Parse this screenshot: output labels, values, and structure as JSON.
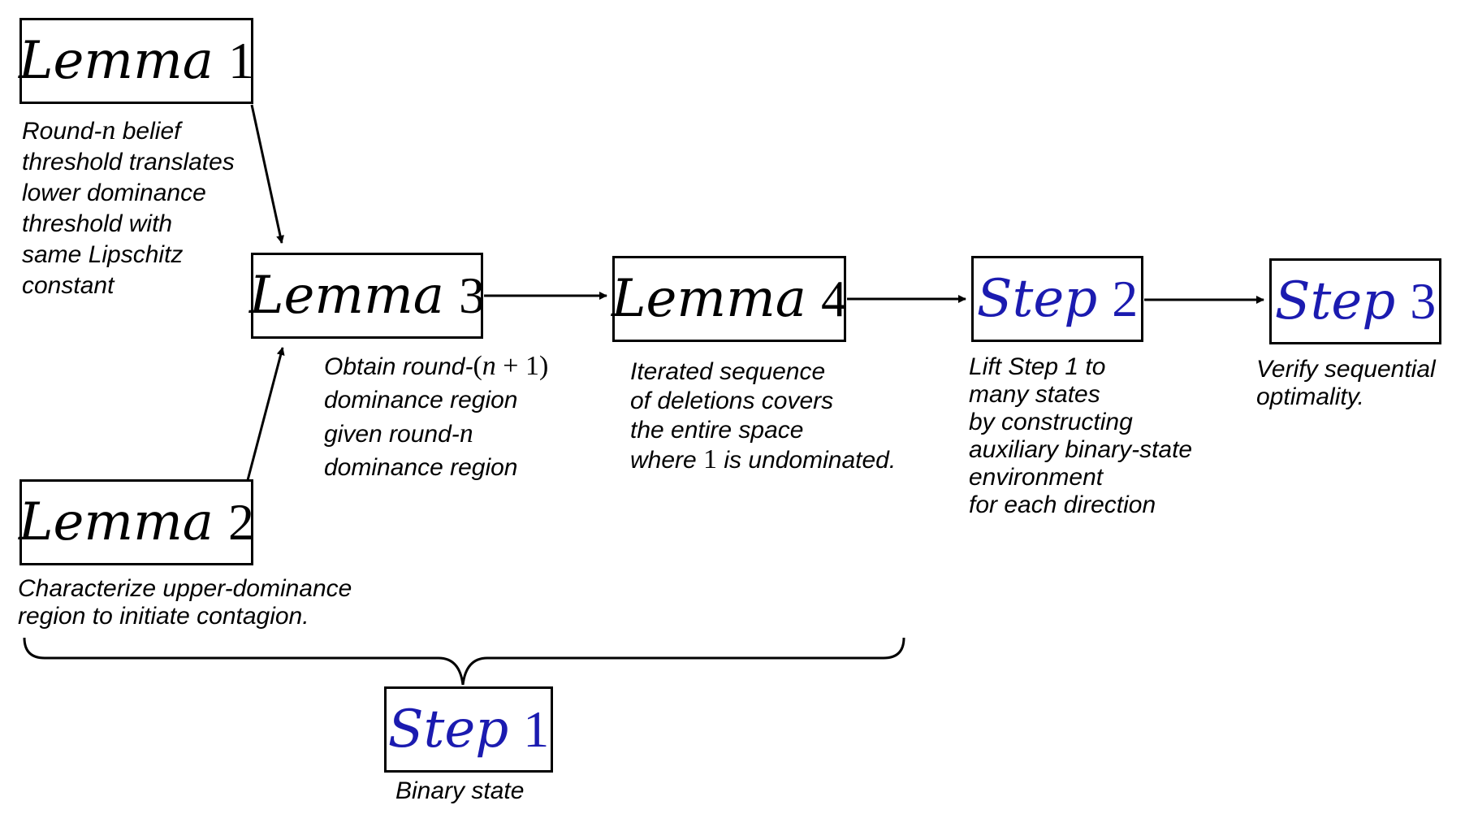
{
  "colors": {
    "lemma_text": "#000000",
    "step_text": "#1b1bb0",
    "lines": "#000000",
    "background": "#ffffff"
  },
  "nodes": {
    "lemma_1": {
      "word": "Lemma",
      "number": "1"
    },
    "lemma_2": {
      "word": "Lemma",
      "number": "2"
    },
    "lemma_3": {
      "word": "Lemma",
      "number": "3"
    },
    "lemma_4": {
      "word": "Lemma",
      "number": "4"
    },
    "step_1": {
      "word": "Step",
      "number": "1"
    },
    "step_2": {
      "word": "Step",
      "number": "2"
    },
    "step_3": {
      "word": "Step",
      "number": "3"
    }
  },
  "notes": {
    "lemma_1": {
      "l1_pre": "Round-",
      "l1_var": "n",
      "l1_post": " belief",
      "l2": "threshold translates",
      "l3": "lower dominance",
      "l4": "threshold with",
      "l5": "same Lipschitz",
      "l6": "constant"
    },
    "lemma_2": {
      "l1": "Characterize upper-dominance",
      "l2": "region to initiate contagion."
    },
    "lemma_3": {
      "l1_pre": "Obtain round-",
      "l1_open": "(",
      "l1_var": "n",
      "l1_rest": " + 1)",
      "l2": "dominance region",
      "l3_pre": "given round-",
      "l3_var": "n",
      "l4": "dominance region"
    },
    "lemma_4": {
      "l1": "Iterated sequence",
      "l2": "of deletions covers",
      "l3": "the entire space",
      "l4_pre": "where ",
      "l4_num": "1",
      "l4_post": " is undominated."
    },
    "step_2": {
      "l1": "Lift Step 1 to",
      "l2": "many states",
      "l3": "by constructing",
      "l4": "auxiliary binary-state",
      "l5": "environment",
      "l6": "for each direction"
    },
    "step_3": {
      "l1": "Verify sequential",
      "l2": "optimality."
    },
    "step_1": {
      "l1": "Binary state"
    }
  },
  "edges": [
    {
      "from": "Lemma 1",
      "to": "Lemma 3"
    },
    {
      "from": "Lemma 2",
      "to": "Lemma 3"
    },
    {
      "from": "Lemma 3",
      "to": "Lemma 4"
    },
    {
      "from": "Lemma 4",
      "to": "Step 2"
    },
    {
      "from": "Step 2",
      "to": "Step 3"
    }
  ],
  "groupings": [
    {
      "label": "Step 1",
      "spans": [
        "Lemma 1",
        "Lemma 2",
        "Lemma 3",
        "Lemma 4"
      ]
    }
  ]
}
